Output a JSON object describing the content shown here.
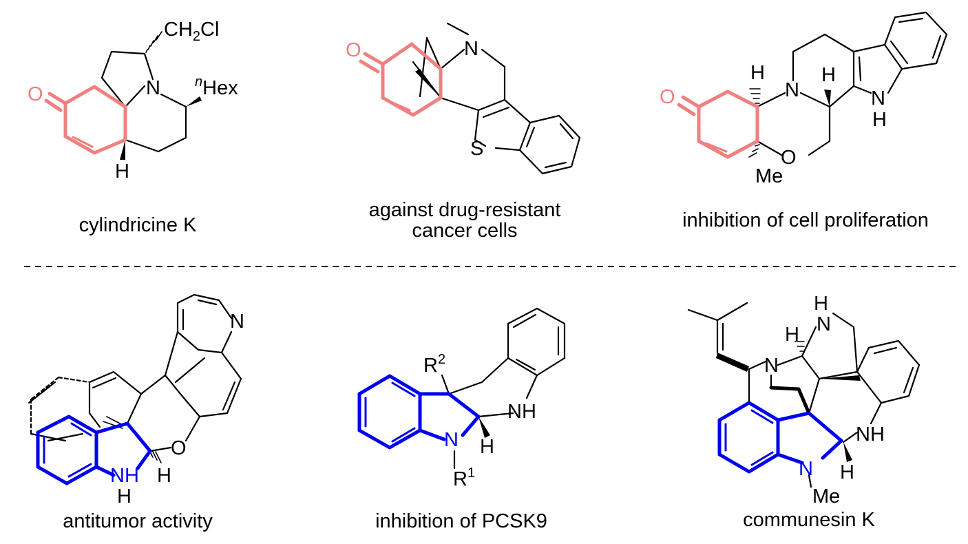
{
  "captions": {
    "cylindricine": "cylindricine K",
    "drug_resistant_line1": "against drug-resistant",
    "drug_resistant_line2": "cancer cells",
    "proliferation": "inhibition of cell proliferation",
    "antitumor": "antitumor activity",
    "pcsk9": "inhibition of PCSK9",
    "communesin": "communesin K"
  },
  "atoms": {
    "O": "O",
    "N": "N",
    "S": "S",
    "H": "H",
    "NH": "NH",
    "Me": "Me",
    "CH2": "CH",
    "sub2": "2",
    "Cl": "Cl",
    "n": "n",
    "Hex": "Hex",
    "R": "R",
    "sup1": "1",
    "sup2": "2"
  },
  "colors": {
    "highlight_enone": "#f08080",
    "highlight_indoline": "#0000ee",
    "bond": "#000000",
    "divider": "#000000"
  }
}
